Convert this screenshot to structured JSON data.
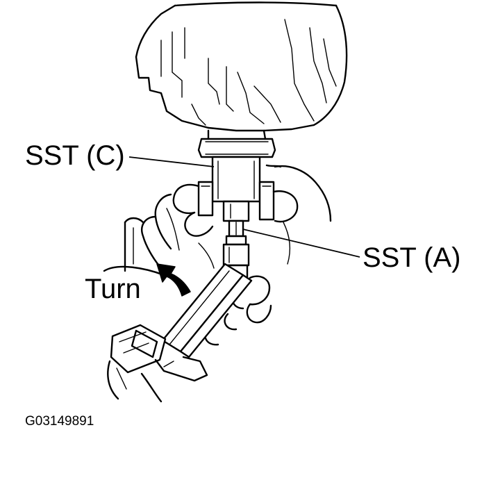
{
  "labels": {
    "sst_c": "SST (C)",
    "sst_a": "SST (A)",
    "turn": "Turn",
    "figure_id": "G03149891"
  },
  "colors": {
    "ink": "#000000",
    "paper": "#ffffff"
  },
  "icons": {
    "turn_arrow": "curved-arrow-up-left-icon"
  }
}
